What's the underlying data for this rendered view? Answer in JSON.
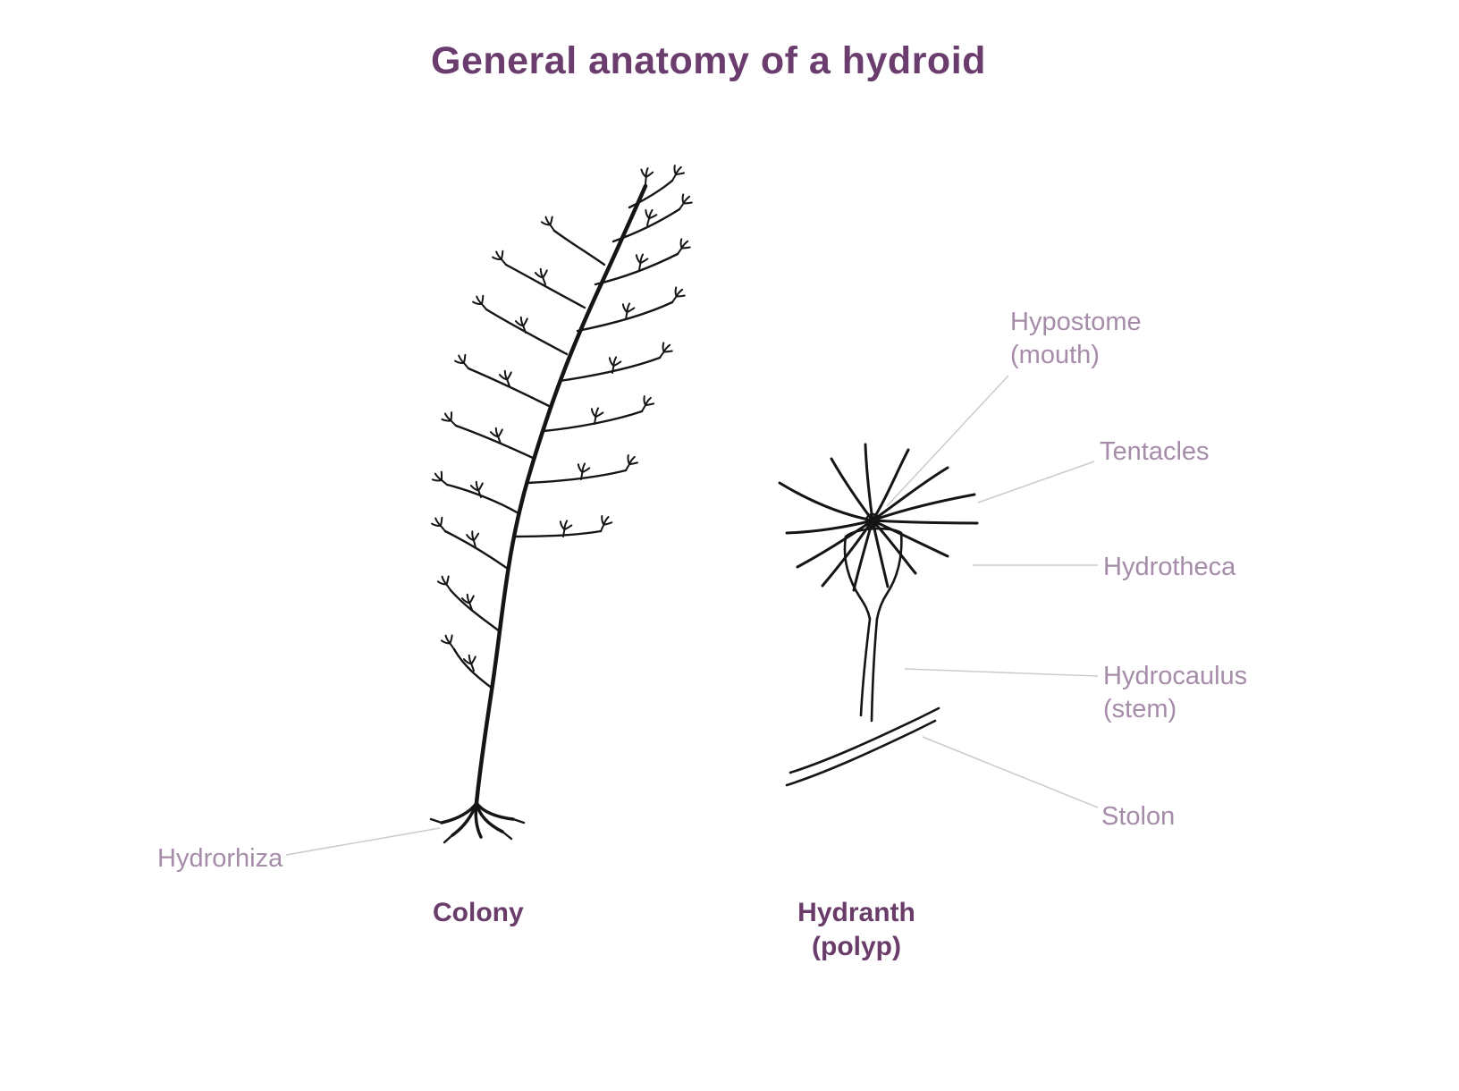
{
  "title": "General anatomy of a hydroid",
  "colors": {
    "title_text": "#6b3d6e",
    "part_label_text": "#a58ca8",
    "caption_text": "#693c69",
    "leader_line": "#cfc8d2",
    "drawing_ink": "#151515",
    "background": "#ffffff"
  },
  "colony": {
    "caption": "Colony",
    "labels": {
      "hydrorhiza": "Hydrorhiza"
    }
  },
  "hydranth": {
    "caption_line1": "Hydranth",
    "caption_line2": "(polyp)",
    "labels": {
      "hypostome_line1": "Hypostome",
      "hypostome_line2": "(mouth)",
      "tentacles": "Tentacles",
      "hydrotheca": "Hydrotheca",
      "hydrocaulus_line1": "Hydrocaulus",
      "hydrocaulus_line2": "(stem)",
      "stolon": "Stolon"
    }
  }
}
